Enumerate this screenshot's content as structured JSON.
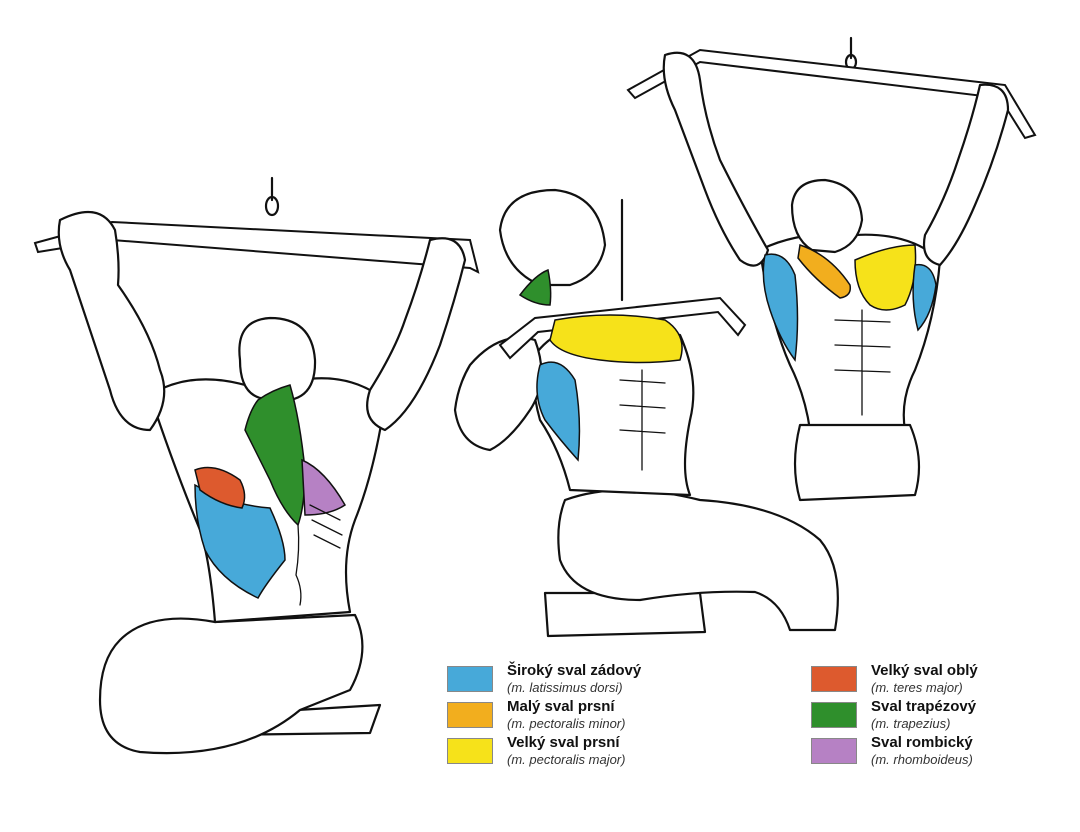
{
  "colors": {
    "latissimus": "#47a9d9",
    "pectoralis_minor": "#f2ae1e",
    "pectoralis_major": "#f6e21a",
    "teres_major": "#dd5a2e",
    "trapezius": "#2f8f2c",
    "rhomboideus": "#b681c4"
  },
  "legend": {
    "items": [
      {
        "key": "latissimus",
        "name": "Široký sval zádový",
        "latin": "(m. latissimus dorsi)",
        "color": "#47a9d9"
      },
      {
        "key": "pectoralis_minor",
        "name": "Malý sval prsní",
        "latin": "(m. pectoralis minor)",
        "color": "#f2ae1e"
      },
      {
        "key": "pectoralis_major",
        "name": "Velký sval prsní",
        "latin": "(m. pectoralis major)",
        "color": "#f6e21a"
      },
      {
        "key": "teres_major",
        "name": "Velký sval oblý",
        "latin": "(m. teres major)",
        "color": "#dd5a2e"
      },
      {
        "key": "trapezius",
        "name": "Sval trapézový",
        "latin": "(m. trapezius)",
        "color": "#2f8f2c"
      },
      {
        "key": "rhomboideus",
        "name": "Sval rombický",
        "latin": "(m. rhomboideus)",
        "color": "#b681c4"
      }
    ]
  }
}
